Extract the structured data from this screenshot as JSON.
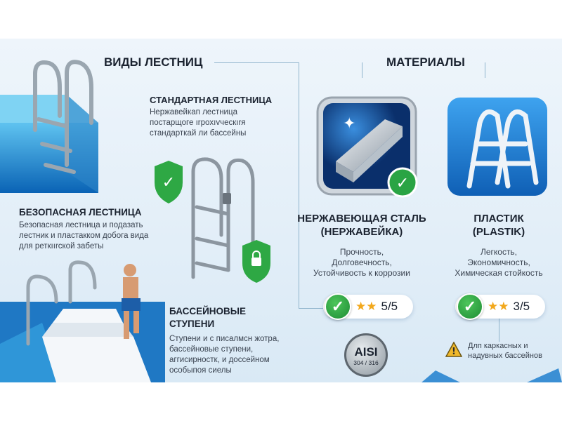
{
  "types": {
    "title": "ВИДЫ ЛЕСТНИЦ",
    "standard": {
      "title": "СТАНДАРТНАЯ ЛЕСТНИЦА",
      "text": [
        "Нержавейкап лестница",
        "постарщоге ırpoxıvческırя",
        "стандарткай ли бассейны"
      ]
    },
    "safe": {
      "title": "БЕЗОПАСНАЯ ЛЕСТНИЦА",
      "text": [
        "Безопасная лестница и подазать",
        "лестник и пластакком добога вида",
        "для реткıırской забеты"
      ]
    },
    "steps": {
      "title": [
        "БАССЕЙНОВЫЕ",
        "СТУПЕНИ"
      ],
      "text": [
        "Ступени и с писалмсн жотра,",
        "бассейновые ступени,",
        "аггисирностк, и доссейном",
        "особыпоя сиелы"
      ]
    }
  },
  "materials": {
    "title": "МАТЕРИАЛЫ",
    "steel": {
      "title": [
        "НЕРЖАВЕЮЩАЯ СТАЛЬ",
        "(НЕРЖАВЕЙКА)"
      ],
      "text": [
        "Прочность,",
        "Долговечность,",
        "Устойчивость к коррозии"
      ],
      "rating": "5/5",
      "badge": {
        "main": "AISI",
        "sub": "304 / 316"
      }
    },
    "plastic": {
      "title": [
        "ПЛАСТИК",
        "(PLASTIK)"
      ],
      "text": [
        "Легкость,",
        "Экономичность,",
        "Химическая стойкость"
      ],
      "rating": "3/5",
      "warning": [
        "Длп каркасных и",
        "надувных бассейнов"
      ]
    }
  },
  "colors": {
    "accent": "#1e7fd0",
    "check": "#2aa444",
    "star": "#f2a81c",
    "warning": "#f0b82a"
  }
}
